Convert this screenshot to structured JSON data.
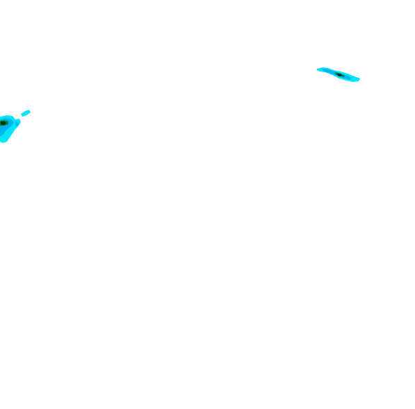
{
  "map": {
    "background_color": "#ffffff",
    "legend_visible": false,
    "labels_visible": false,
    "intensity_colors": {
      "low": "#00e5ff",
      "medium": "#00b4ee",
      "high": "#007f3f",
      "peak": "#003000"
    },
    "echo_regions": [
      {
        "name": "left-edge-echo",
        "max_intensity": "peak"
      },
      {
        "name": "upper-right-echo",
        "max_intensity": "high"
      }
    ]
  }
}
